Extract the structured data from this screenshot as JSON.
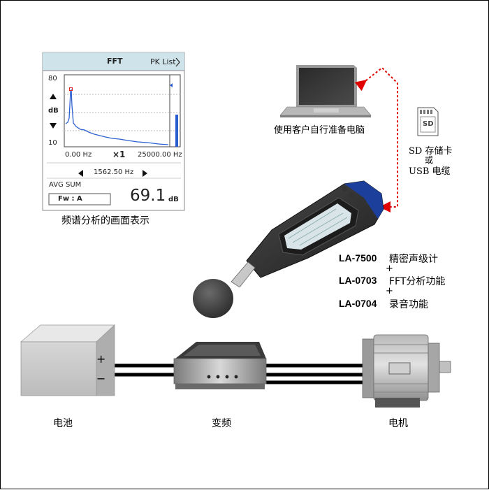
{
  "fft_screen": {
    "title": "FFT",
    "menu": "PK List",
    "y_max": "80",
    "y_min": "10",
    "unit": "dB",
    "x_start": "0.00 Hz",
    "zoom": "×1",
    "x_end": "25000.00 Hz",
    "cursor_freq": "1562.50 Hz",
    "mode": "AVG SUM",
    "weighting": "Fw : A",
    "reading_value": "69.1",
    "reading_unit": "dB"
  },
  "captions": {
    "fft_display": "频谱分析的画面表示",
    "computer": "使用客户自行准备电脑",
    "sd_line1": "SD 存储卡",
    "sd_line2": "或",
    "sd_line3": "USB 电缆",
    "sd_card_label": "SD",
    "battery": "电池",
    "inverter": "变频",
    "motor": "电机"
  },
  "battery_terminals": {
    "plus": "+",
    "minus": "−"
  },
  "products": [
    {
      "model": "LA-7500",
      "desc": "精密声级计"
    },
    {
      "model": "LA-0703",
      "desc": "FFT分析功能"
    },
    {
      "model": "LA-0704",
      "desc": "录音功能"
    }
  ],
  "product_joiner": "+",
  "colors": {
    "arrow": "#e00000",
    "meter_blue": "#1d3f9c",
    "screen_header": "#cfe3ea"
  }
}
